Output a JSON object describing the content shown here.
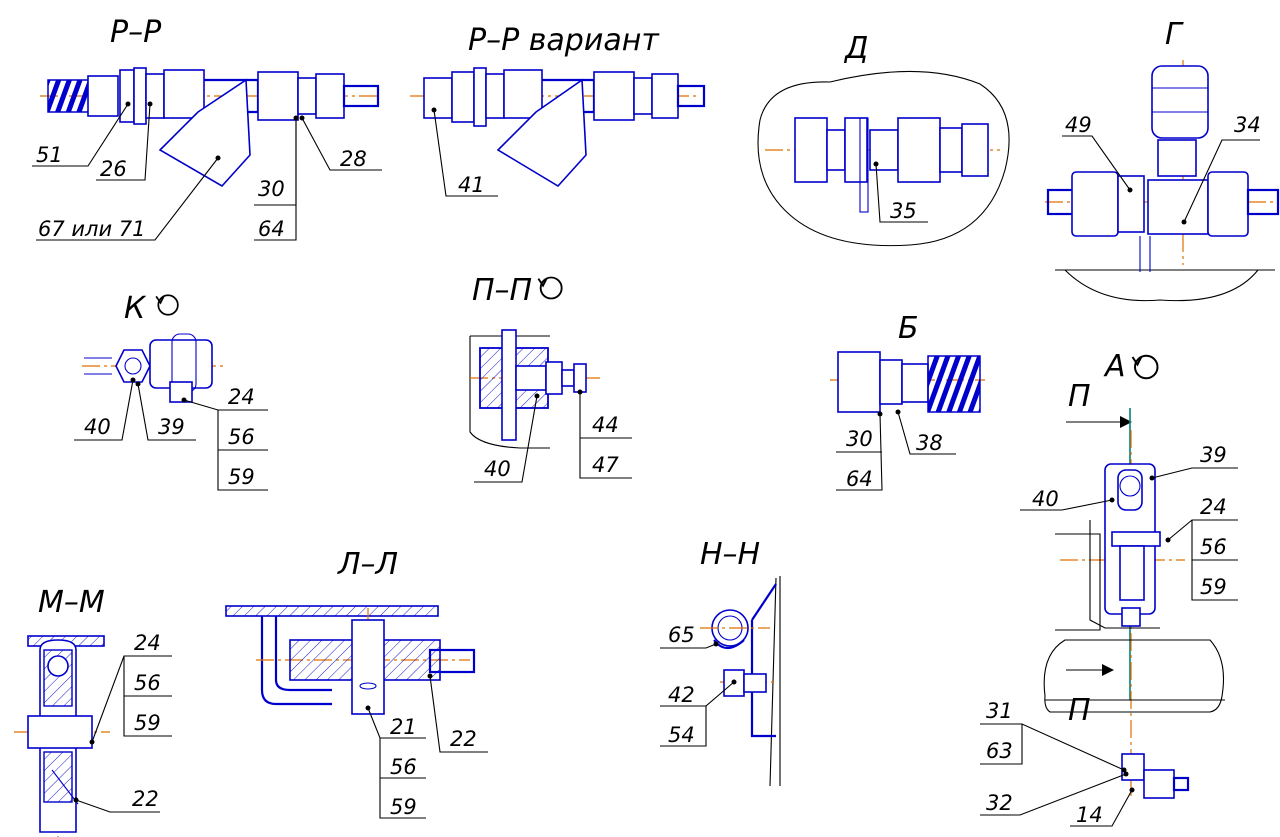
{
  "views": [
    {
      "id": "rr",
      "title": "Р–Р",
      "callouts": [
        "51",
        "26",
        "67 или 71",
        "30",
        "64",
        "28"
      ]
    },
    {
      "id": "rr-variant",
      "title": "Р–Р вариант",
      "callouts": [
        "41"
      ]
    },
    {
      "id": "d",
      "title": "Д",
      "callouts": [
        "35"
      ]
    },
    {
      "id": "g",
      "title": "Г",
      "callouts": [
        "49",
        "34"
      ]
    },
    {
      "id": "k",
      "title": "К",
      "callouts": [
        "24",
        "40",
        "39",
        "56",
        "59"
      ]
    },
    {
      "id": "pp",
      "title": "П–П",
      "callouts": [
        "44",
        "40",
        "47"
      ]
    },
    {
      "id": "b",
      "title": "Б",
      "callouts": [
        "30",
        "38",
        "64"
      ]
    },
    {
      "id": "a",
      "title": "А",
      "callouts": [
        "39",
        "40",
        "24",
        "56",
        "59",
        "31",
        "63",
        "32",
        "14"
      ],
      "section_mark": "П"
    },
    {
      "id": "mm",
      "title": "М–М",
      "callouts": [
        "24",
        "56",
        "59",
        "22"
      ]
    },
    {
      "id": "ll",
      "title": "Л–Л",
      "callouts": [
        "21",
        "22",
        "56",
        "59"
      ]
    },
    {
      "id": "nn",
      "title": "Н–Н",
      "callouts": [
        "65",
        "42",
        "54"
      ]
    }
  ]
}
